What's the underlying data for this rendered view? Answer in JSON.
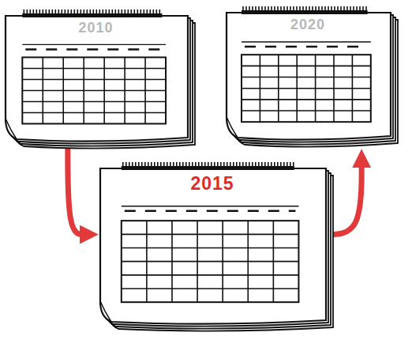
{
  "diagram": {
    "nodes": [
      {
        "text": [
          "2010"
        ]
      },
      {
        "text": [
          "2020"
        ]
      },
      {
        "text": [
          "2015"
        ]
      }
    ],
    "edges": [
      {
        "from": 0,
        "to": 2,
        "arrow": "to"
      },
      {
        "from": 2,
        "to": 1,
        "arrow": "to"
      }
    ]
  }
}
